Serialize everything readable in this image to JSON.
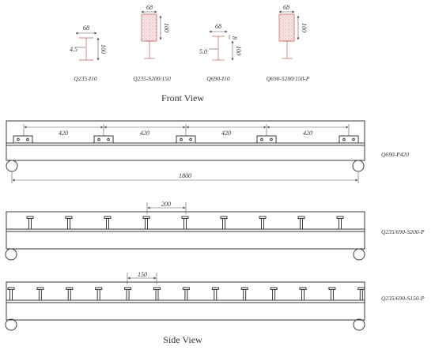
{
  "front_view": {
    "title": "Front View",
    "sections": [
      {
        "label": "Q235-I10",
        "width": "68",
        "height": "100",
        "web": "4.5"
      },
      {
        "label": "Q235-S200/150",
        "width": "68",
        "height": "100"
      },
      {
        "label": "Q690-I10",
        "width": "68",
        "height": "100",
        "web": "5.0",
        "flange": "8"
      },
      {
        "label": "Q690-S200/150-P",
        "width": "68",
        "height": "100"
      }
    ]
  },
  "side_view": {
    "title": "Side View",
    "beams": [
      {
        "label": "Q690-P420",
        "spacings": [
          "420",
          "420",
          "420",
          "420"
        ],
        "span": "1800"
      },
      {
        "label": "Q235/690-S200-P",
        "spacing": "200"
      },
      {
        "label": "Q235/690-S150-P",
        "spacing": "150"
      }
    ]
  }
}
